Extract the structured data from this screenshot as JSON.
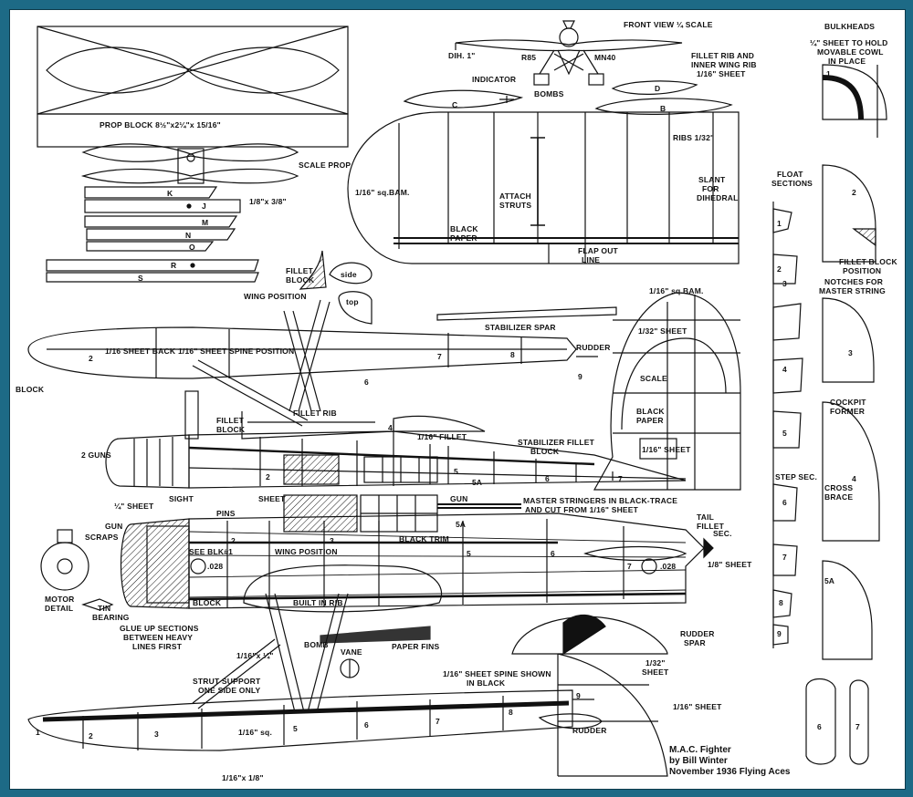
{
  "title": {
    "line1": "M.A.C. Fighter",
    "line2": "by Bill Winter",
    "line3": "November 1936 Flying Aces"
  },
  "labels": {
    "front_view": "FRONT VIEW ¼ SCALE",
    "bulkheads": "BULKHEADS",
    "sheet_cowl": "¼\" SHEET TO HOLD",
    "sheet_cowl2": "MOVABLE COWL",
    "sheet_cowl3": "IN PLACE",
    "dih": "DIH. 1\"",
    "r85": "R85",
    "mn40": "MN40",
    "indicator": "INDICATOR",
    "bombs": "BOMBS",
    "fillet_rib": "FILLET RIB AND",
    "fillet_rib2": "INNER WING RIB",
    "fillet_rib3": "1/16\" SHEET",
    "prop_block": "PROP BLOCK 8½\"x2¼\"x 15/16\"",
    "scale_prop": "SCALE PROP",
    "attach_struts": "ATTACH",
    "attach_struts2": "STRUTS",
    "ribs": "RIBS 1/32\"",
    "slant": "SLANT",
    "slant2": "FOR",
    "slant3": "DIHEDRAL",
    "black_paper": "BLACK",
    "black_paper2": "PAPER",
    "flap_out": "FLAP OUT",
    "flap_out2": "LINE",
    "sq_bam": "1/16\" sq.BAM.",
    "float_sections": "FLOAT",
    "float_sections2": "SECTIONS",
    "fillet_block": "FILLET",
    "fillet_block2": "BLOCK",
    "side": "side",
    "top": "top",
    "wing_position": "WING POSITION",
    "stabilizer_spar": "STABILIZER SPAR",
    "sheet_back": "1/16 SHEET BACK",
    "sheet_spine": "1/16\" SHEET SPINE POSITION",
    "rudder": "RUDDER",
    "block": "BLOCK",
    "fillet_block_pos": "FILLET BLOCK",
    "fillet_block_pos2": "POSITION",
    "notches": "NOTCHES FOR",
    "notches2": "MASTER STRING",
    "scale": "SCALE",
    "black_paper_r": "BLACK",
    "black_paper_r2": "PAPER",
    "sheet_132": "1/32\" SHEET",
    "sheet_116": "1/16\" SHEET",
    "fillet_rib_fus": "FILLET RIB",
    "fillet_block_fus": "FILLET",
    "fillet_block_fus2": "BLOCK",
    "fillet_116": "1/16\" FILLET",
    "stab_fillet": "STABILIZER FILLET",
    "stab_fillet2": "BLOCK",
    "two_guns": "2 GUNS",
    "cockpit": "COCKPIT",
    "cockpit2": "FORMER",
    "cross_brace": "CROSS",
    "cross_brace2": "BRACE",
    "step_sec": "STEP SEC.",
    "sight": "SIGHT",
    "sheet_14": "¼\" SHEET",
    "pins": "PINS",
    "sheet_132b": "SHEET",
    "gun": "GUN",
    "gun2": "GUN",
    "scraps": "SCRAPS",
    "master_stringers": "MASTER STRINGERS IN BLACK-TRACE",
    "master_stringers2": "AND CUT FROM 1/16\" SHEET",
    "tail_fillet": "TAIL",
    "tail_fillet2": "FILLET",
    "tail_fillet3": "SEC.",
    "black_trim": "BLACK TRIM",
    "see_blk": "SEE BLK#1",
    "wing_pos2": "WING POSITION",
    "sheet_18": "1/8\" SHEET",
    "motor_detail": "MOTOR",
    "motor_detail2": "DETAIL",
    "tin_bearing": "TIN",
    "tin_bearing2": "BEARING",
    "block2": "BLOCK",
    "built_in_rib": "BUILT IN RIB",
    "rudder_spar": "RUDDER",
    "rudder_spar2": "SPAR",
    "glue_up": "GLUE UP SECTIONS",
    "glue_up2": "BETWEEN HEAVY",
    "glue_up3": "LINES FIRST",
    "bomb": "BOMB",
    "vane": "VANE",
    "paper_fins": "PAPER FINS",
    "strut_support": "STRUT SUPPORT",
    "strut_support2": "ONE SIDE ONLY",
    "sheet_spine_black": "1/16\" SHEET SPINE SHOWN",
    "sheet_spine_black2": "IN BLACK",
    "sq_116": "1/16\" sq.",
    "sheet_132c": "1/32\"",
    "sheet_132c2": "SHEET",
    "sheet_116b": "1/16\" SHEET",
    "rudder2": "RUDDER",
    "dim_14": "1/16\"x ¼\"",
    "dim_18": "1/16\"x 1/8\"",
    "dim_prop": "1/8\"x 3/8\""
  },
  "strip_letters": [
    "K",
    "J",
    "M",
    "N",
    "O",
    "R",
    "S"
  ],
  "wing_letters": [
    "C",
    "D",
    "B"
  ],
  "float_section_numbers": [
    "1",
    "2",
    "3",
    "4",
    "5",
    "6",
    "7",
    "8",
    "9"
  ],
  "bulkhead_numbers": [
    "1",
    "2",
    "3",
    "4",
    "5A",
    "6",
    "7"
  ],
  "hull_numbers": [
    "1",
    "2",
    "3",
    "4",
    "5",
    "6",
    "7",
    "8",
    "9"
  ],
  "fus_numbers": [
    "1",
    "2",
    "3",
    "4",
    "5",
    "5A",
    "6",
    "7"
  ],
  "diameter": ".028",
  "colors": {
    "frame": "#1d6a86",
    "paper": "#ffffff",
    "ink": "#111111"
  }
}
